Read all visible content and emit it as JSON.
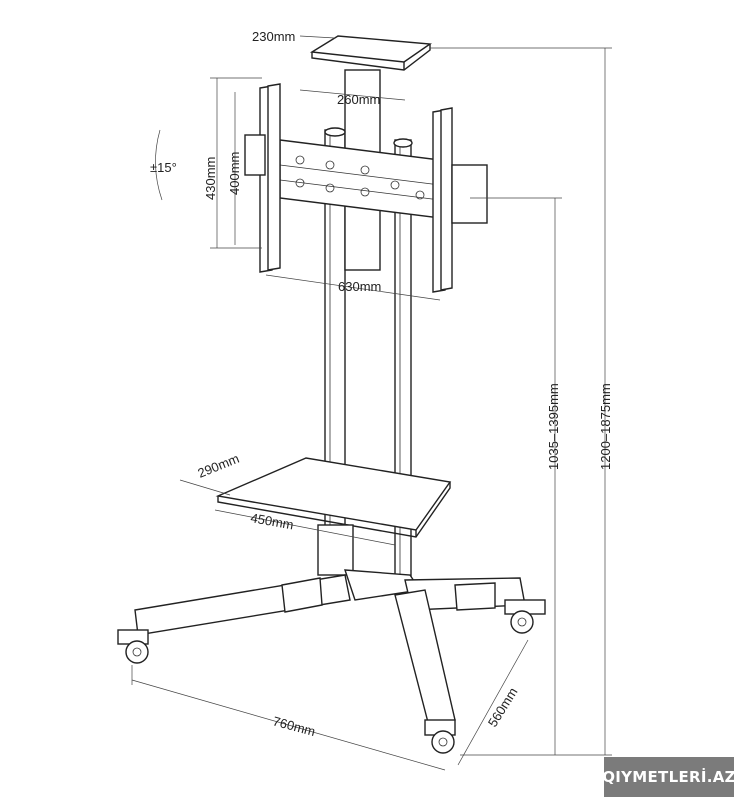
{
  "labels": {
    "top_plate_depth": "230mm",
    "top_plate_width": "260mm",
    "tilt": "±15°",
    "bracket_height_outer": "430mm",
    "bracket_height_inner": "400mm",
    "bracket_width": "630mm",
    "mount_height_range": "1035–1395mm",
    "total_height_range": "1200–1875mm",
    "shelf_depth": "290mm",
    "shelf_width": "450mm",
    "base_width": "760mm",
    "base_depth": "560mm"
  },
  "watermark": "QIYMETLERİ.AZ"
}
